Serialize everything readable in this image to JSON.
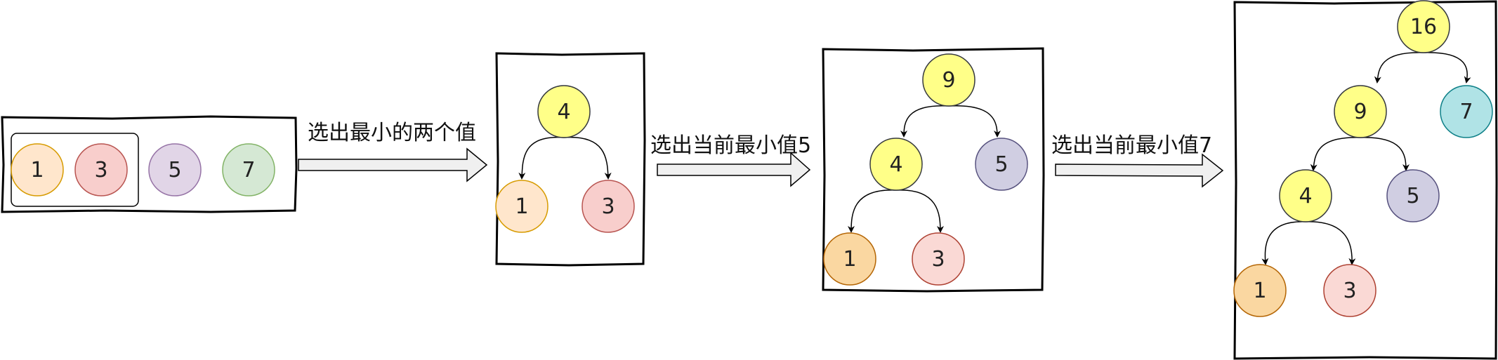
{
  "colors": {
    "yellow": "#ffff88",
    "peach": "#ffe6cc",
    "orange": "#fad7a1",
    "pink": "#f8cecc",
    "purple": "#e1d5e7",
    "lavender": "#d0cee2",
    "green": "#d5e8d4",
    "teal": "#b0e3e6"
  },
  "steps": {
    "step1_label": "选出最小的两个值",
    "step2_label": "选出当前最小值5",
    "step3_label": "选出当前最小值7"
  },
  "panel1": {
    "n1": "1",
    "n3": "3",
    "n5": "5",
    "n7": "7"
  },
  "panel2": {
    "root": "4",
    "left": "1",
    "right": "3"
  },
  "panel3": {
    "root": "9",
    "mid": "4",
    "right": "5",
    "left": "1",
    "leftright": "3"
  },
  "panel4": {
    "root": "16",
    "right": "7",
    "lvl1": "9",
    "lvl1right": "5",
    "lvl2": "4",
    "left": "1",
    "leftright": "3"
  }
}
